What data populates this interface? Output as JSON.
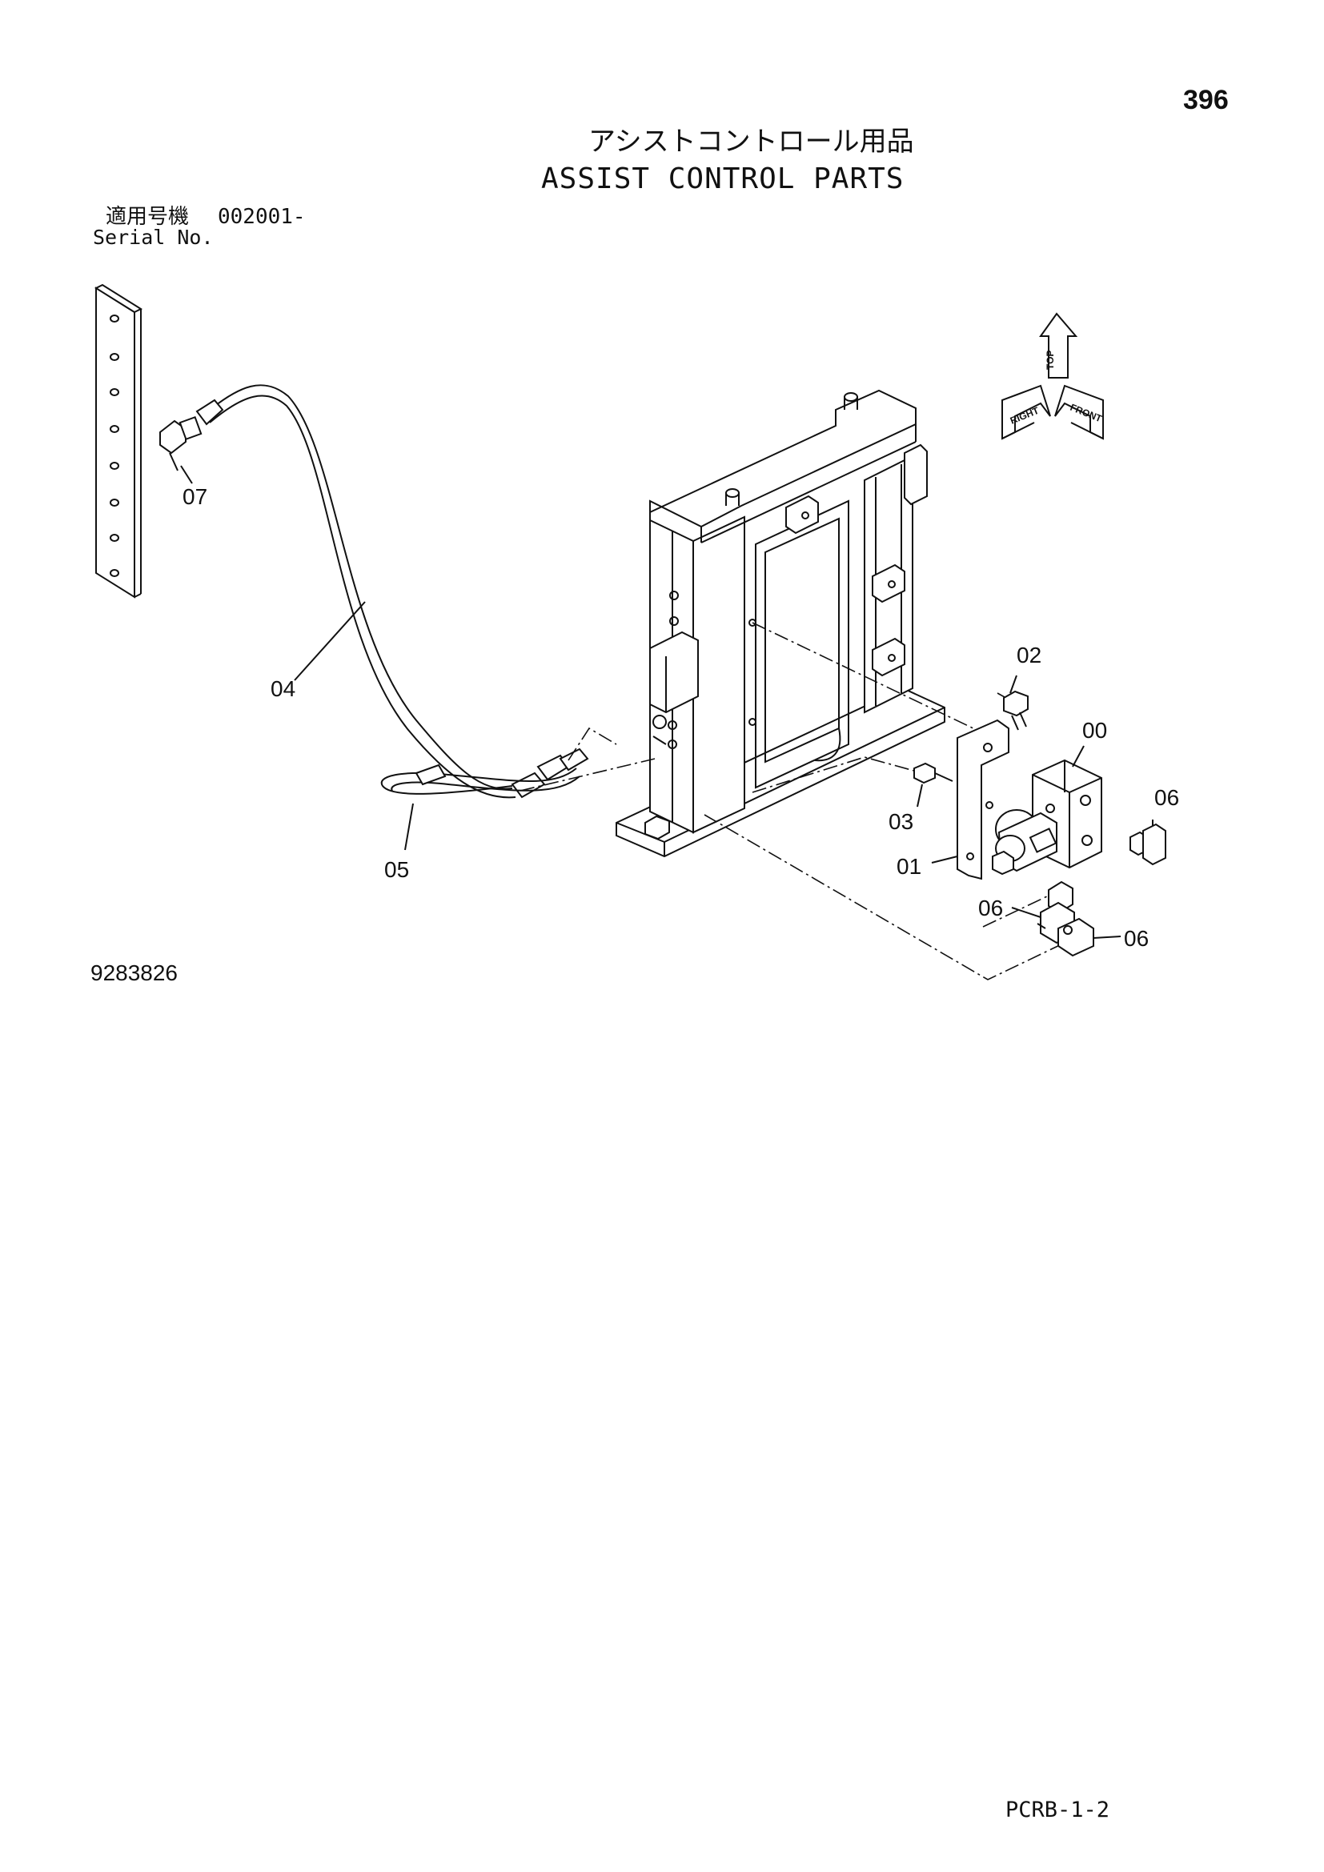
{
  "header": {
    "page_number": "396",
    "title_ja": "アシストコントロール用品",
    "title_en": "ASSIST CONTROL PARTS"
  },
  "serial": {
    "label_ja": "適用号機",
    "value": "002001-",
    "label_en": "Serial No."
  },
  "orientation": {
    "top": "TOP",
    "right": "RIGHT",
    "front": "FRONT"
  },
  "parts": {
    "p00": "00",
    "p01": "01",
    "p02": "02",
    "p03": "03",
    "p04": "04",
    "p05": "05",
    "p06a": "06",
    "p06b": "06",
    "p06c": "06",
    "p07": "07"
  },
  "footer": {
    "drawing_number": "9283826",
    "code": "PCRB-1-2"
  }
}
